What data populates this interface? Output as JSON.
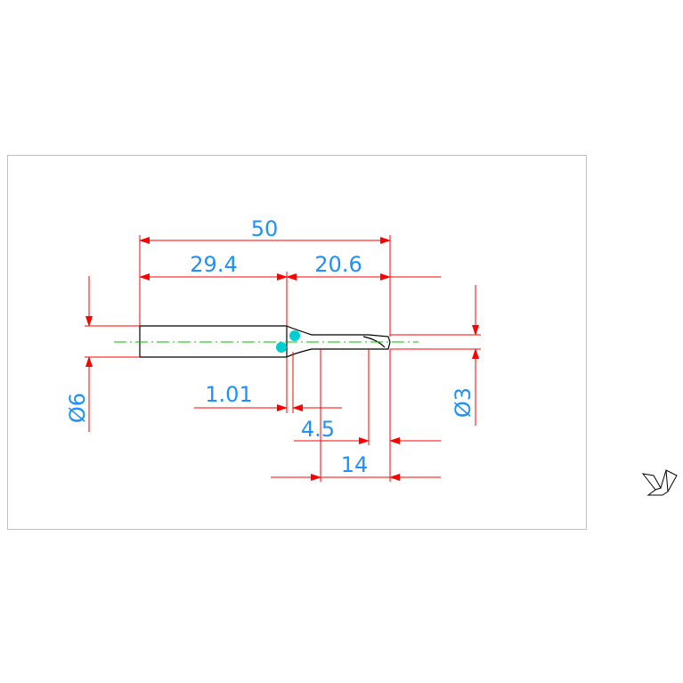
{
  "colors": {
    "background": "#ffffff",
    "frame": "#c0c0c0",
    "part_outline": "#000000",
    "dimension_line": "#ff0000",
    "dimension_text": "#1e90ff",
    "center_line": "#00c000",
    "grip": "#00ced1"
  },
  "dimensions": {
    "overall_length": "50",
    "shank_length": "29.4",
    "tip_length": "20.6",
    "shank_diameter": "Ø6",
    "tip_diameter": "Ø3",
    "neck_offset": "1.01",
    "point_length": "4.5",
    "body_length": "14"
  },
  "icons": {
    "ucs": "ucs-icon"
  }
}
